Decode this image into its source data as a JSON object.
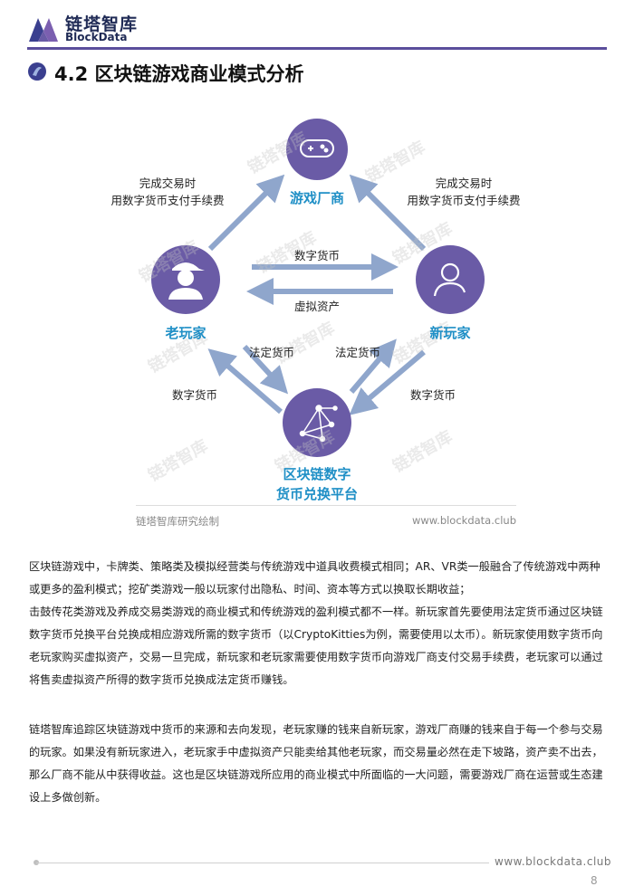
{
  "header": {
    "brand_cn": "链塔智库",
    "brand_en": "BlockData"
  },
  "section": {
    "title": "4.2 区块链游戏商业模式分析"
  },
  "diagram": {
    "watermark": "链塔智库",
    "nodes": {
      "developer": "游戏厂商",
      "old_player": "老玩家",
      "new_player": "新玩家",
      "exchange_line1": "区块链数字",
      "exchange_line2": "货币兑换平台"
    },
    "edges": {
      "left_fee_line1": "完成交易时",
      "left_fee_line2": "用数字货币支付手续费",
      "right_fee_line1": "完成交易时",
      "right_fee_line2": "用数字货币支付手续费",
      "crypto_to_old": "数字货币",
      "virtual_to_new": "虚拟资产",
      "fiat_left": "法定货币",
      "fiat_right": "法定货币",
      "crypto_left": "数字货币",
      "crypto_right": "数字货币"
    },
    "colors": {
      "node": "#6a5ba6",
      "arrow": "#8fa6cc",
      "label": "#1f8fc6"
    },
    "icons": {
      "developer": "gamepad-icon",
      "old_player": "cap-person-icon",
      "new_player": "person-outline-icon",
      "exchange": "network-icon"
    },
    "caption_left": "链塔智库研究绘制",
    "caption_right": "www.blockdata.club"
  },
  "body": {
    "p1": "区块链游戏中，卡牌类、策略类及模拟经营类与传统游戏中道具收费模式相同；AR、VR类一般融合了传统游戏中两种或更多的盈利模式；挖矿类游戏一般以玩家付出隐私、时间、资本等方式以换取长期收益；",
    "p2": "击鼓传花类游戏及养成交易类游戏的商业模式和传统游戏的盈利模式都不一样。新玩家首先要使用法定货币通过区块链数字货币兑换平台兑换成相应游戏所需的数字货币（以CryptoKitties为例，需要使用以太币）。新玩家使用数字货币向老玩家购买虚拟资产，交易一旦完成，新玩家和老玩家需要使用数字货币向游戏厂商支付交易手续费，老玩家可以通过将售卖虚拟资产所得的数字货币兑换成法定货币赚钱。",
    "p3": "链塔智库追踪区块链游戏中货币的来源和去向发现，老玩家赚的钱来自新玩家，游戏厂商赚的钱来自于每一个参与交易的玩家。如果没有新玩家进入，老玩家手中虚拟资产只能卖给其他老玩家，而交易量必然在走下坡路，资产卖不出去，那么厂商不能从中获得收益。这也是区块链游戏所应用的商业模式中所面临的一大问题，需要游戏厂商在运营或生态建设上多做创新。"
  },
  "footer": {
    "site": "www.blockdata.club",
    "page": "8"
  }
}
